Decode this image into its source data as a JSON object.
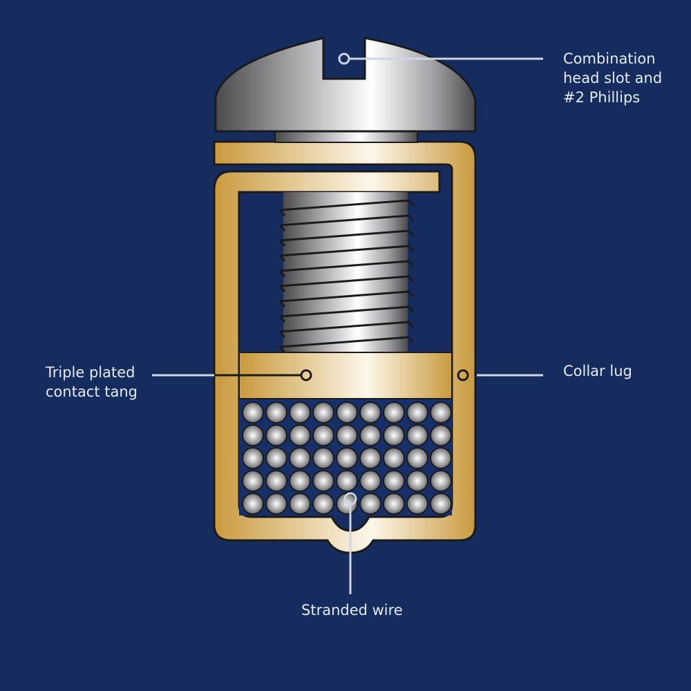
{
  "labels": {
    "head": [
      "Combination",
      "head slot and",
      "#2 Phillips"
    ],
    "tang": [
      "Triple plated",
      "contact tang"
    ],
    "collar": "Collar lug",
    "wire": "Stranded wire"
  },
  "wires": {
    "rows": 5,
    "columns": 9
  },
  "colors": {
    "background": "#172c5e",
    "gold": "#c99a3e",
    "gold_highlight": "#fbf3e2",
    "steel": "#9a9a9a",
    "leader": "#cfd5e2"
  }
}
